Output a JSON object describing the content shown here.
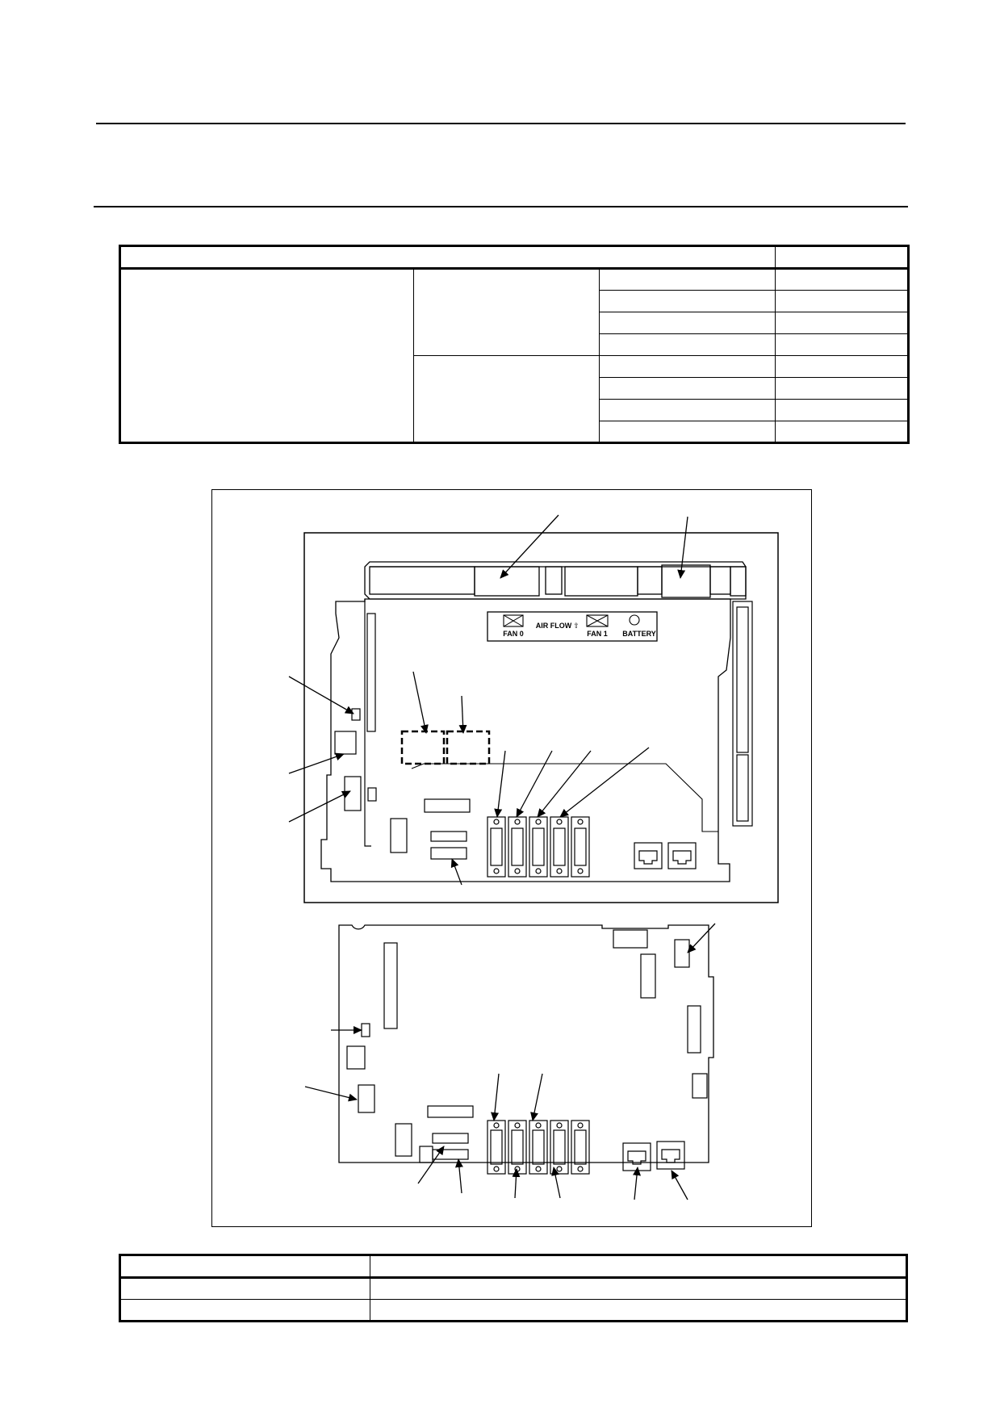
{
  "labels": {
    "fan0": "FAN 0",
    "fan1": "FAN 1",
    "air_flow": "AIR FLOW",
    "air_flow_arrow": "⇧",
    "battery": "BATTERY"
  },
  "colors": {
    "ink": "#000000",
    "paper": "#ffffff"
  }
}
